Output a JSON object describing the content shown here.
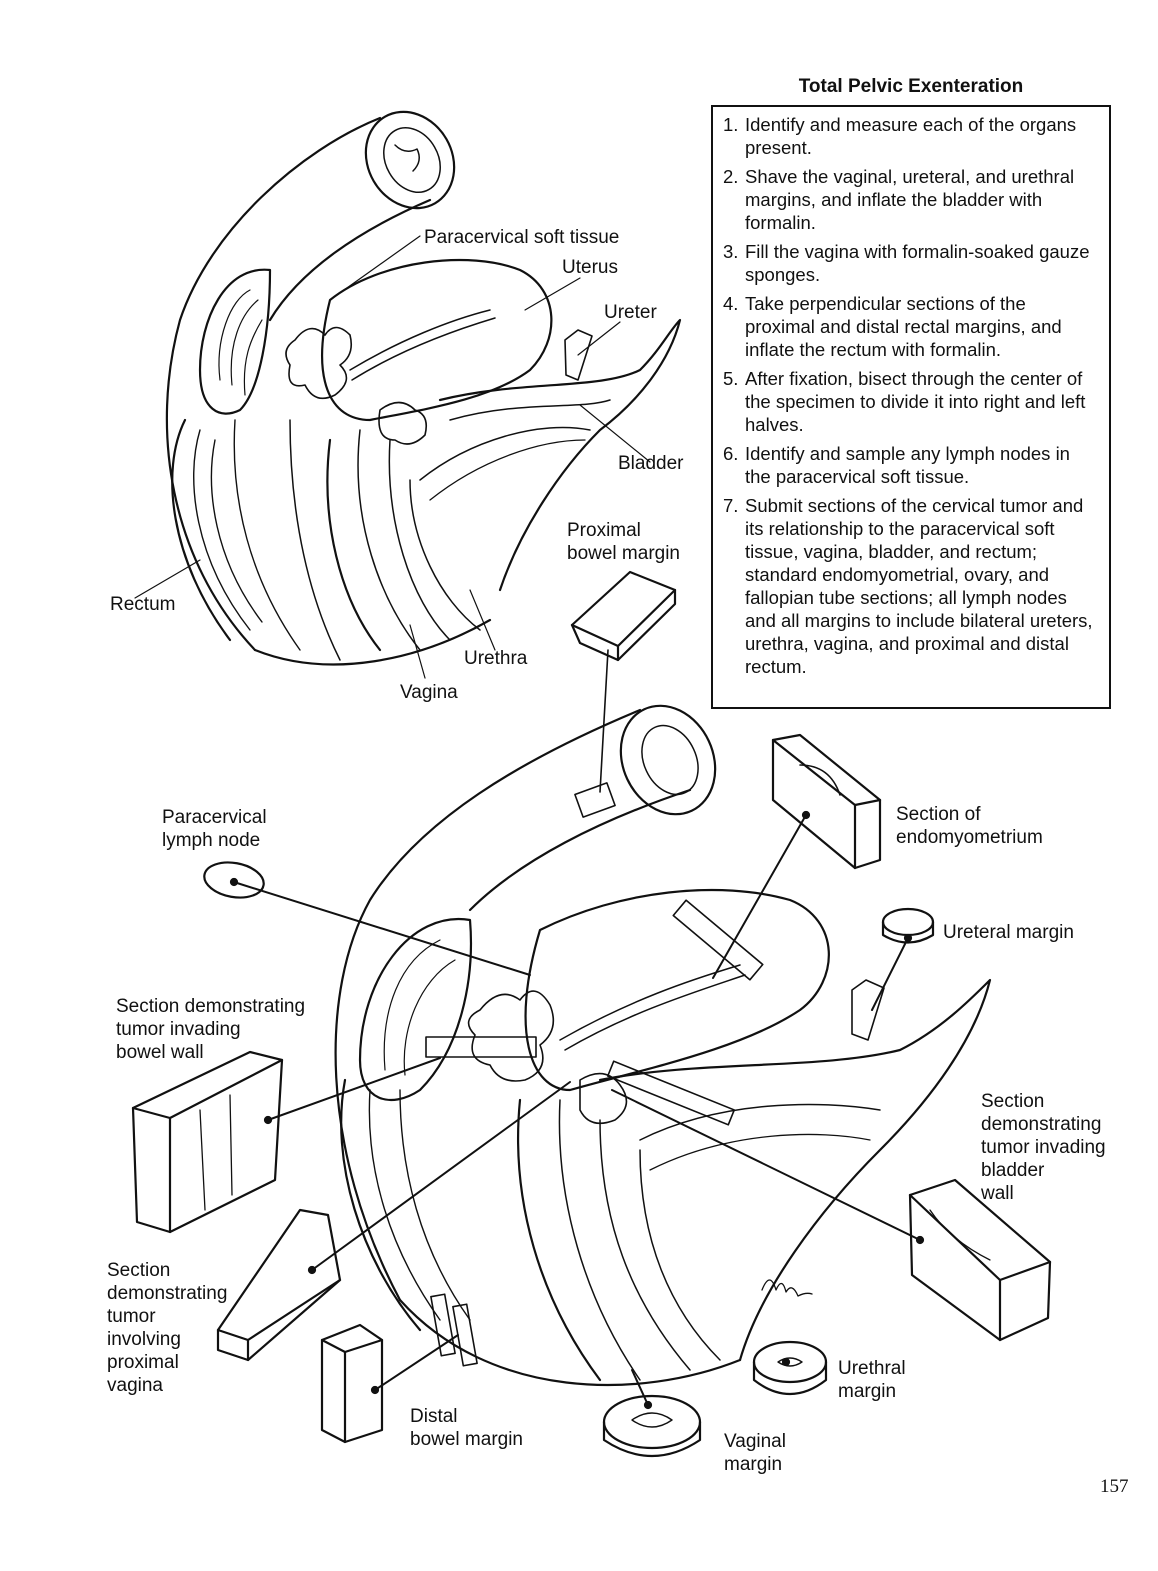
{
  "instructions": {
    "title": "Total Pelvic Exenteration",
    "steps": [
      {
        "num": "1.",
        "text": "Identify and measure each of the organs present."
      },
      {
        "num": "2.",
        "text": "Shave the vaginal, ureteral, and urethral margins, and inflate the bladder with formalin."
      },
      {
        "num": "3.",
        "text": "Fill the vagina with formalin-soaked gauze sponges."
      },
      {
        "num": "4.",
        "text": "Take perpendicular sections of the proximal and distal rectal margins, and inflate the rectum with formalin."
      },
      {
        "num": "5.",
        "text": "After fixation, bisect through the center of the specimen to divide it into right and left halves."
      },
      {
        "num": "6.",
        "text": "Identify and sample any lymph nodes in the paracervical soft tissue."
      },
      {
        "num": "7.",
        "text": "Submit sections of the cervical tumor and its relationship to the paracervical soft tissue, vagina, bladder, and rectum; standard endomyometrial, ovary, and fallopian tube sections; all lymph nodes and all margins to include bilateral ureters, urethra, vagina, and proximal and distal rectum."
      }
    ]
  },
  "labels": {
    "paracervical_soft_tissue": "Paracervical soft tissue",
    "uterus": "Uterus",
    "ureter": "Ureter",
    "bladder": "Bladder",
    "proximal_bowel_margin": "Proximal\nbowel margin",
    "rectum": "Rectum",
    "urethra": "Urethra",
    "vagina": "Vagina",
    "paracervical_lymph_node": "Paracervical\nlymph node",
    "section_endomyometrium": "Section of\nendomyometrium",
    "ureteral_margin": "Ureteral margin",
    "tumor_bowel_wall": "Section demonstrating\ntumor invading\nbowel wall",
    "tumor_bladder_wall": "Section\ndemonstrating\ntumor invading\nbladder\nwall",
    "tumor_proximal_vagina": "Section\ndemonstrating\ntumor\ninvolving\nproximal\nvagina",
    "distal_bowel_margin": "Distal\nbowel margin",
    "urethral_margin": "Urethral\nmargin",
    "vaginal_margin": "Vaginal\nmargin"
  },
  "page_number": "157"
}
